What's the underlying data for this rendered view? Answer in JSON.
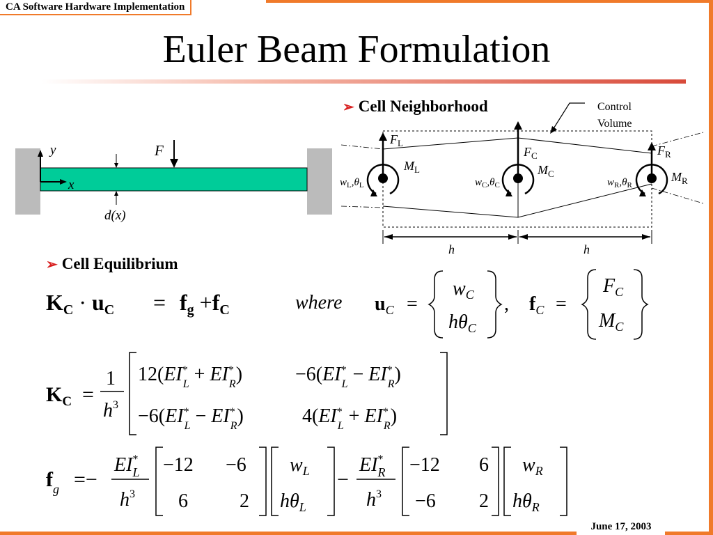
{
  "header": {
    "label": "CA Software Hardware Implementation"
  },
  "title": "Euler Beam Formulation",
  "bullets": {
    "neighborhood": "Cell Neighborhood",
    "equilibrium": "Cell Equilibrium"
  },
  "beam_diagram": {
    "y_label": "y",
    "x_label": "x",
    "force_label": "F",
    "thickness_label": "d(x)",
    "beam_color": "#00cc99",
    "support_color": "#bbbbbb"
  },
  "cell_diagram": {
    "control_volume": [
      "Control",
      "Volume"
    ],
    "F_L": "F",
    "F_L_sub": "L",
    "F_C": "F",
    "F_C_sub": "C",
    "F_R": "F",
    "F_R_sub": "R",
    "M_L": "M",
    "M_L_sub": "L",
    "M_C": "M",
    "M_C_sub": "C",
    "M_R": "M",
    "M_R_sub": "R",
    "w": "w",
    "theta": "θ",
    "sub_L": "L",
    "sub_C": "C",
    "sub_R": "R",
    "spacing_label": "h"
  },
  "equations": {
    "where": "where",
    "plus": "+",
    "minus": "−",
    "equals": "=",
    "comma": ",",
    "K": "K",
    "u": "u",
    "f": "f",
    "sub_C": "C",
    "sub_g": "g",
    "uc_top": "w",
    "uc_bottom": "hθ",
    "fc_top": "F",
    "fc_bottom": "M",
    "one": "1",
    "h": "h",
    "cube": "3",
    "kc_11": "12(EI*L + EI*R)",
    "kc_12": "−6(EI*L − EI*R)",
    "kc_21": "−6(EI*L − EI*R)",
    "kc_22": "4(EI*L + EI*R)",
    "EI": "EI",
    "star": "*",
    "mat_L": [
      "−12",
      "−6",
      "6",
      "2"
    ],
    "mat_R": [
      "−12",
      "6",
      "−6",
      "2"
    ],
    "vec_L": [
      "w",
      "hθ"
    ],
    "vec_R": [
      "w",
      "hθ"
    ]
  },
  "footer": {
    "date": "June 17, 2003"
  },
  "colors": {
    "accent": "#f07a2a",
    "bullet_arrow": "#d81f1f"
  }
}
